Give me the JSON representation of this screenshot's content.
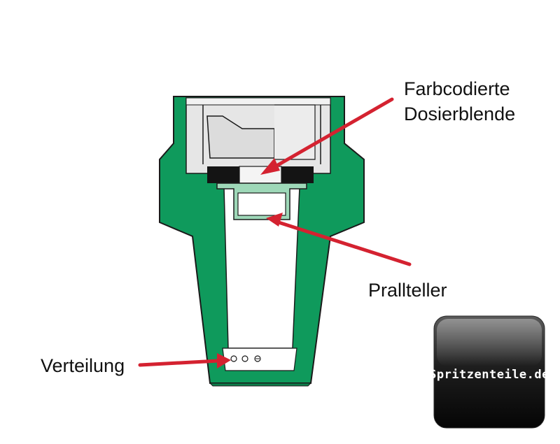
{
  "labels": {
    "dosing_orifice_line1": "Farbcodierte",
    "dosing_orifice_line2": "Dosierblende",
    "impact_plate": "Prallteller",
    "distribution": "Verteilung"
  },
  "logo": {
    "text": "Spritzenteile.de"
  },
  "colors": {
    "nozzle_body": "#0f9a5c",
    "outline": "#1a1a1a",
    "insert_grey": "#e6e6e6",
    "impact_plate": "#9ed8b8",
    "arrow": "#d42230",
    "logo_bg": "#111111"
  }
}
